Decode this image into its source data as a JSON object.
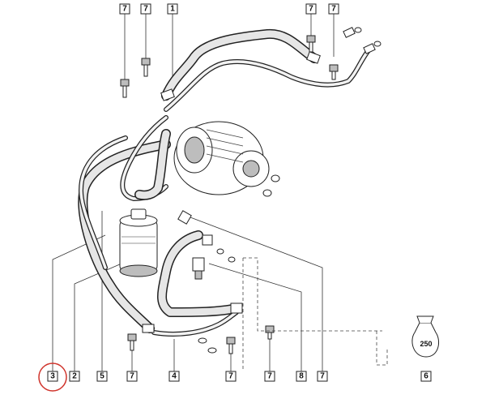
{
  "callouts": [
    {
      "id": "c7a",
      "label": "7"
    },
    {
      "id": "c7b",
      "label": "7"
    },
    {
      "id": "c1",
      "label": "1"
    },
    {
      "id": "c7c",
      "label": "7"
    },
    {
      "id": "c7d",
      "label": "7"
    },
    {
      "id": "c3",
      "label": "3"
    },
    {
      "id": "c2",
      "label": "2"
    },
    {
      "id": "c5",
      "label": "5"
    },
    {
      "id": "c7e",
      "label": "7"
    },
    {
      "id": "c4",
      "label": "4"
    },
    {
      "id": "c7f",
      "label": "7"
    },
    {
      "id": "c7g",
      "label": "7"
    },
    {
      "id": "c8",
      "label": "8"
    },
    {
      "id": "c7h",
      "label": "7"
    },
    {
      "id": "c6",
      "label": "6"
    }
  ],
  "highlighted_callout": "3",
  "grease_bag_label": "250",
  "colors": {
    "highlight": "#d0342c",
    "line": "#222222"
  }
}
